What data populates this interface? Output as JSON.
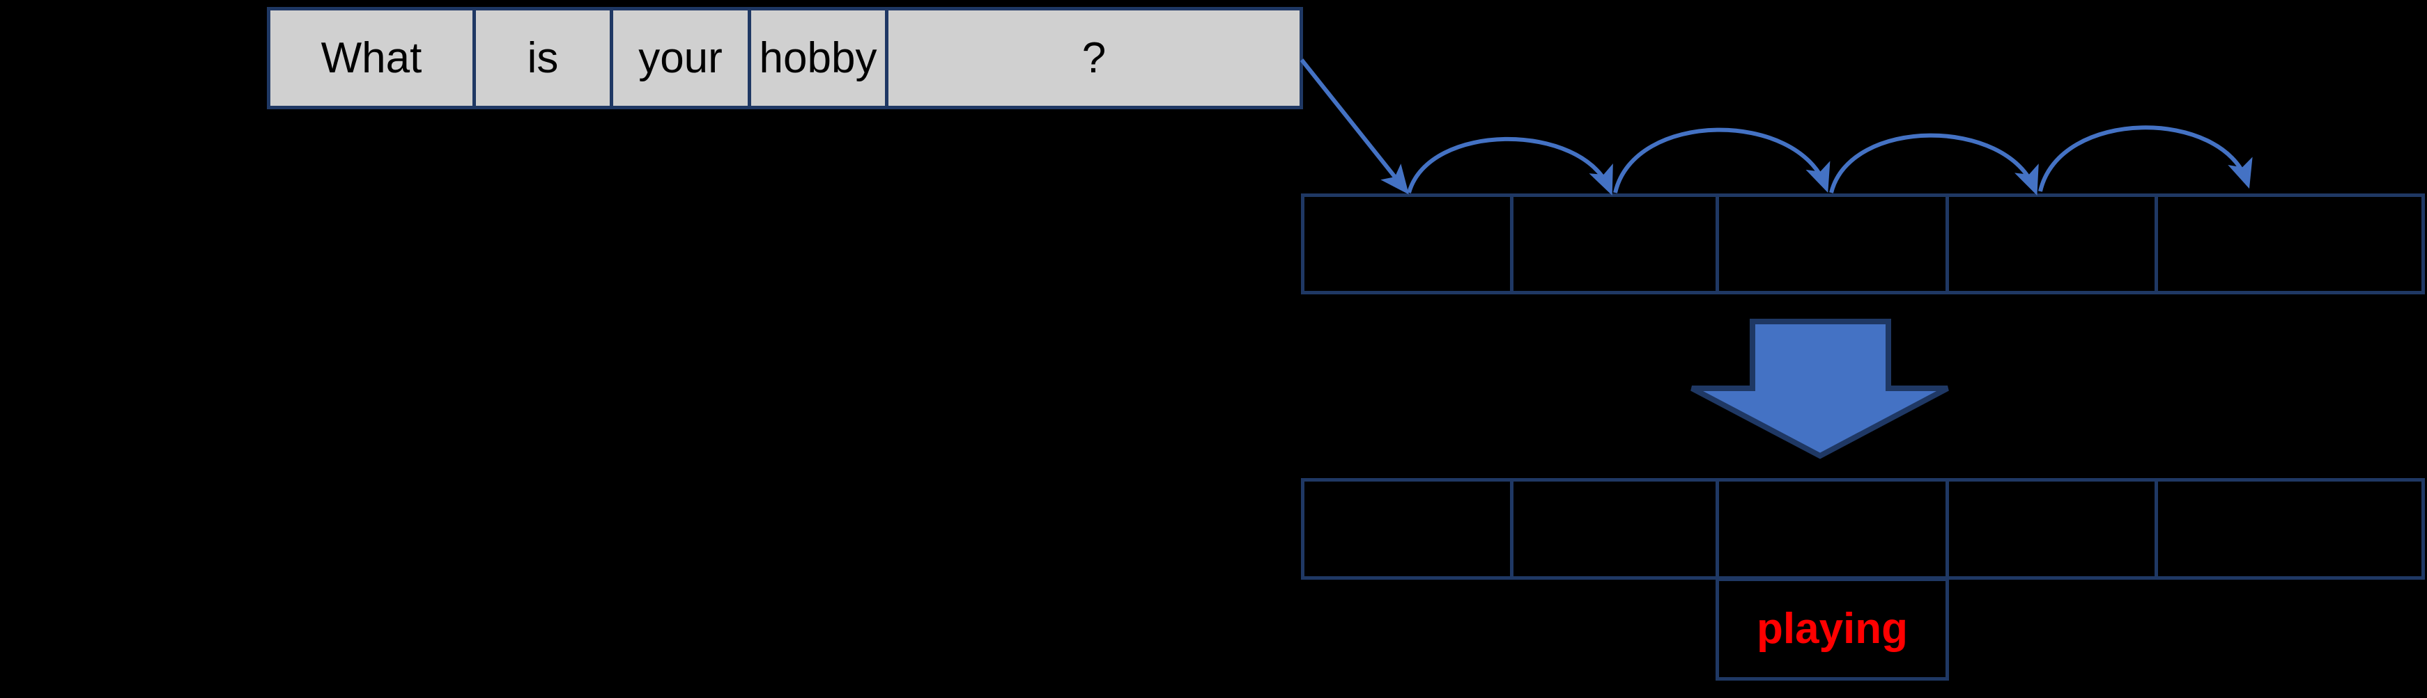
{
  "figure": {
    "background_color": "#000000",
    "border_color": "#1F3864",
    "cell_fill_color": "#D0D0D0",
    "arrow_color": "#4472C4",
    "highlight_color": "#FF0000"
  },
  "input_row": {
    "name": "input-token-row",
    "cells": [
      {
        "text": "What"
      },
      {
        "text": "is"
      },
      {
        "text": "your"
      },
      {
        "text": "hobby"
      },
      {
        "text": "?"
      }
    ]
  },
  "encoder_row": {
    "name": "encoder-state-row",
    "cells": [
      {
        "text": ""
      },
      {
        "text": ""
      },
      {
        "text": ""
      },
      {
        "text": ""
      },
      {
        "text": ""
      }
    ]
  },
  "decoder_row": {
    "name": "decoder-state-row",
    "cells": [
      {
        "text": ""
      },
      {
        "text": ""
      },
      {
        "text": ""
      },
      {
        "text": ""
      },
      {
        "text": ""
      }
    ]
  },
  "output_cell": {
    "name": "output-token-cell",
    "text": "playing"
  },
  "connectors": {
    "feed_arrow": {
      "name": "feed-diagonal-arrow",
      "label": ""
    },
    "hop_arrows": [
      {
        "name": "hop-arrow-1"
      },
      {
        "name": "hop-arrow-2"
      },
      {
        "name": "hop-arrow-3"
      },
      {
        "name": "hop-arrow-4"
      }
    ],
    "block_arrow": {
      "name": "block-down-arrow",
      "label": ""
    }
  }
}
